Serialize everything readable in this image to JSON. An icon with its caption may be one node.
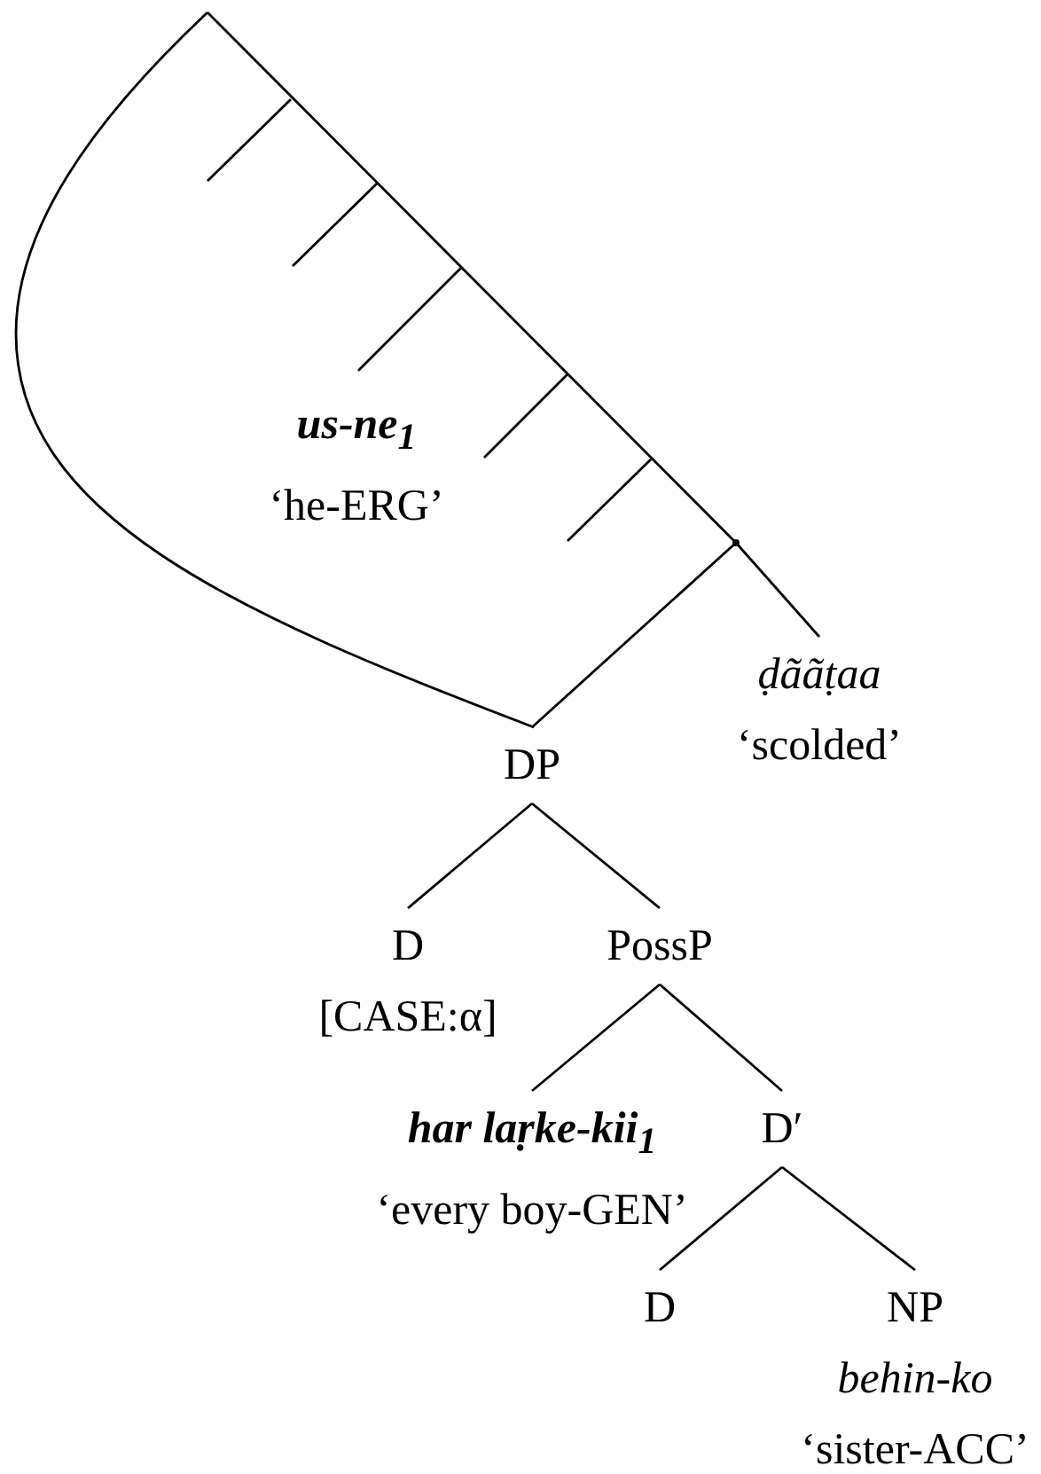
{
  "diagram": {
    "nodes": [
      {
        "text": [
          "us-ne$_{1}$",
          "‘he-ERG’"
        ]
      },
      {
        "text": [],
        "shape": "point"
      },
      {
        "text": [
          "ḍããṭaa",
          "‘scolded’"
        ]
      },
      {
        "text": [
          "DP"
        ]
      },
      {
        "text": [
          "D",
          "[CASE:α]"
        ]
      },
      {
        "text": [
          "PossP"
        ]
      },
      {
        "text": [
          "har laṛke-kii$_{1}$",
          "‘every boy-GEN’"
        ]
      },
      {
        "text": [
          "D′"
        ]
      },
      {
        "text": [
          "D"
        ]
      },
      {
        "text": [
          "NP",
          "behin-ko",
          "‘sister-ACC’"
        ]
      }
    ],
    "edges": [
      {
        "from": 1,
        "to": 3,
        "arrow": "none"
      },
      {
        "from": 1,
        "to": 2,
        "arrow": "none"
      },
      {
        "from": 3,
        "to": 4,
        "arrow": "none"
      },
      {
        "from": 3,
        "to": 5,
        "arrow": "none"
      },
      {
        "from": 5,
        "to": 6,
        "arrow": "none"
      },
      {
        "from": 5,
        "to": 7,
        "arrow": "none"
      },
      {
        "from": 7,
        "to": 8,
        "arrow": "none"
      },
      {
        "from": 7,
        "to": 9,
        "arrow": "none"
      }
    ]
  }
}
